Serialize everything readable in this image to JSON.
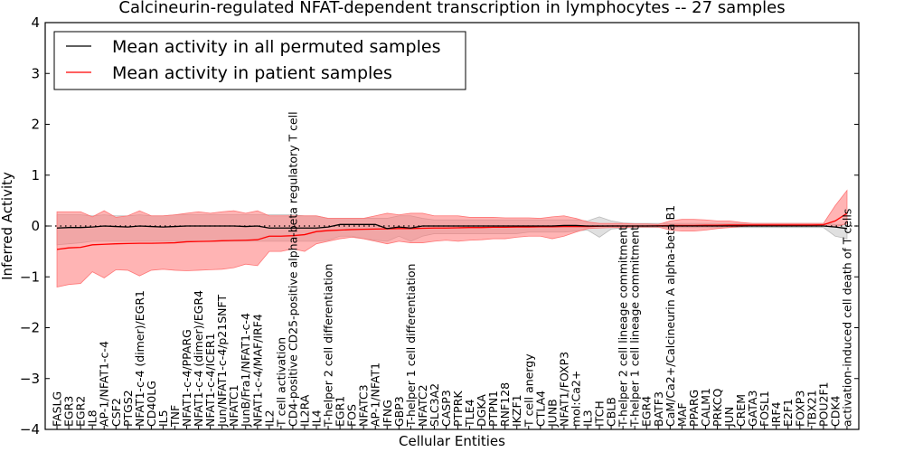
{
  "chart_data": {
    "type": "line",
    "title": "Calcineurin-regulated NFAT-dependent transcription in lymphocytes -- 27 samples",
    "xlabel": "Cellular Entities",
    "ylabel": "Inferred Activity",
    "ylim": [
      -4,
      4
    ],
    "yticks": [
      -4,
      -3,
      -2,
      -1,
      0,
      1,
      2,
      3,
      4
    ],
    "legend_position": "top-left",
    "zero_line": "dotted",
    "categories": [
      "FASLG",
      "EGR3",
      "EGR2",
      "IL8",
      "AP-1/NFAT1-c-4",
      "CSF2",
      "PTGS2",
      "NFAT1-c-4 (dimer)/EGR1",
      "CD40LG",
      "IL5",
      "TNF",
      "NFAT1-c-4/PPARG",
      "NFAT1-c-4 (dimer)/EGR4",
      "NFAT1-c-4/ICER1",
      "Jun/NFAT1-c-4/p21SNFT",
      "NFATC1",
      "JunB/Fra1/NFAT1-c-4",
      "NFAT1-c-4/MAF/IRF4",
      "IL2",
      "T cell activation",
      "CD4-positive CD25-positive alpha-beta regulatory T cell",
      "IL2RA",
      "IL4",
      "T-helper 2 cell differentiation",
      "EGR1",
      "FOS",
      "NFATC3",
      "AP-1/NFAT1",
      "IFNG",
      "GBP3",
      "T-helper 1 cell differentiation",
      "NFATC2",
      "SLC3A2",
      "CASP3",
      "PTPRK",
      "TLE4",
      "DGKA",
      "PTPN1",
      "RNF128",
      "IKZF1",
      "T cell anergy",
      "CTLA4",
      "JUNB",
      "NFAT1/FOXP3",
      "mol:Ca2+",
      "IL3",
      "ITCH",
      "CBLB",
      "T-helper 2 cell lineage commitment",
      "T-helper 1 cell lineage commitment",
      "EGR4",
      "BATF3",
      "CaM/Ca2+/Calcineurin A alpha-beta B1",
      "MAF",
      "PPARG",
      "CALM1",
      "PRKCQ",
      "JUN",
      "CREM",
      "GATA3",
      "FOSL1",
      "IRF4",
      "E2F1",
      "FOXP3",
      "TBX21",
      "POU2F1",
      "CDK4",
      "activation-induced cell death of T cells"
    ],
    "series": [
      {
        "name": "Mean activity in all permuted samples",
        "color": "#000000",
        "band_color": "#bbbbbb",
        "values": [
          -0.04,
          -0.03,
          -0.03,
          -0.02,
          0,
          -0.01,
          -0.02,
          0,
          -0.01,
          -0.02,
          -0.01,
          0,
          0,
          0,
          0,
          0,
          -0.01,
          0,
          -0.04,
          -0.04,
          -0.04,
          -0.04,
          -0.04,
          -0.02,
          0.03,
          0.03,
          0.03,
          0.03,
          -0.05,
          -0.02,
          -0.04,
          0,
          0,
          0,
          0,
          0,
          0,
          0,
          0,
          0,
          0,
          0,
          0,
          0.01,
          0.01,
          0,
          0,
          0,
          0,
          0,
          0,
          0,
          0,
          0,
          0,
          0,
          0,
          0,
          0,
          0,
          0,
          0,
          0,
          0,
          0,
          0,
          -0.02,
          -0.05
        ],
        "upper": [
          0.22,
          0.22,
          0.22,
          0.2,
          0.22,
          0.2,
          0.2,
          0.22,
          0.2,
          0.2,
          0.22,
          0.22,
          0.22,
          0.22,
          0.22,
          0.22,
          0.22,
          0.22,
          0.22,
          0.22,
          0.22,
          0.2,
          0.2,
          0.15,
          0.15,
          0.15,
          0.15,
          0.15,
          0.15,
          0.2,
          0.2,
          0.15,
          0.12,
          0.12,
          0.12,
          0.12,
          0.12,
          0.12,
          0.12,
          0.12,
          0.12,
          0.12,
          0.12,
          0.12,
          0.12,
          0.1,
          0.18,
          0.1,
          0.06,
          0.05,
          0.05,
          0.05,
          0.05,
          0.05,
          0.05,
          0.05,
          0.05,
          0.05,
          0.05,
          0.05,
          0.05,
          0.05,
          0.05,
          0.05,
          0.05,
          0.05,
          0.03,
          0.03
        ],
        "lower": [
          -0.37,
          -0.35,
          -0.33,
          -0.3,
          -0.3,
          -0.3,
          -0.3,
          -0.3,
          -0.3,
          -0.3,
          -0.3,
          -0.3,
          -0.3,
          -0.3,
          -0.3,
          -0.3,
          -0.3,
          -0.3,
          -0.3,
          -0.3,
          -0.3,
          -0.3,
          -0.3,
          -0.28,
          -0.2,
          -0.2,
          -0.25,
          -0.28,
          -0.3,
          -0.2,
          -0.3,
          -0.2,
          -0.15,
          -0.15,
          -0.15,
          -0.15,
          -0.15,
          -0.15,
          -0.15,
          -0.15,
          -0.12,
          -0.12,
          -0.12,
          -0.12,
          -0.1,
          -0.08,
          -0.22,
          -0.06,
          -0.04,
          -0.03,
          -0.03,
          -0.03,
          -0.03,
          -0.03,
          -0.03,
          -0.03,
          -0.03,
          -0.03,
          -0.03,
          -0.03,
          -0.03,
          -0.03,
          -0.03,
          -0.03,
          -0.03,
          -0.03,
          -0.2,
          -0.25
        ]
      },
      {
        "name": "Mean activity in patient samples",
        "color": "#ff0000",
        "band_color": "#ff7777",
        "values": [
          -0.46,
          -0.43,
          -0.42,
          -0.37,
          -0.36,
          -0.35,
          -0.345,
          -0.34,
          -0.34,
          -0.335,
          -0.33,
          -0.31,
          -0.305,
          -0.3,
          -0.29,
          -0.285,
          -0.28,
          -0.27,
          -0.2,
          -0.2,
          -0.19,
          -0.17,
          -0.11,
          -0.09,
          -0.08,
          -0.07,
          -0.065,
          -0.06,
          -0.055,
          -0.05,
          -0.05,
          -0.045,
          -0.04,
          -0.04,
          -0.035,
          -0.03,
          -0.03,
          -0.025,
          -0.025,
          -0.02,
          -0.02,
          -0.015,
          -0.015,
          -0.01,
          -0.01,
          -0.01,
          -0.005,
          0,
          0,
          0,
          0,
          0.005,
          0.01,
          0.01,
          0.01,
          0.015,
          0.015,
          0.02,
          0.02,
          0.02,
          0.02,
          0.02,
          0.02,
          0.02,
          0.02,
          0.025,
          0.1,
          0.25
        ],
        "upper": [
          0.28,
          0.28,
          0.28,
          0.18,
          0.3,
          0.17,
          0.2,
          0.3,
          0.2,
          0.2,
          0.22,
          0.25,
          0.28,
          0.25,
          0.28,
          0.3,
          0.25,
          0.3,
          0.2,
          0.2,
          0.2,
          0.2,
          0.2,
          0.15,
          0.15,
          0.15,
          0.15,
          0.2,
          0.25,
          0.22,
          0.25,
          0.25,
          0.2,
          0.2,
          0.2,
          0.17,
          0.17,
          0.17,
          0.16,
          0.16,
          0.16,
          0.15,
          0.18,
          0.2,
          0.15,
          0.08,
          0.05,
          0.05,
          0.05,
          0.04,
          0.04,
          0.03,
          0.1,
          0.13,
          0.13,
          0.12,
          0.1,
          0.1,
          0.07,
          0.05,
          0.05,
          0.05,
          0.05,
          0.05,
          0.05,
          0.05,
          0.4,
          0.7
        ],
        "lower": [
          -1.2,
          -1.15,
          -1.13,
          -0.9,
          -1.02,
          -0.86,
          -0.87,
          -0.98,
          -0.87,
          -0.85,
          -0.87,
          -0.88,
          -0.87,
          -0.86,
          -0.85,
          -0.82,
          -0.75,
          -0.78,
          -0.5,
          -0.5,
          -0.45,
          -0.5,
          -0.35,
          -0.3,
          -0.25,
          -0.22,
          -0.25,
          -0.3,
          -0.35,
          -0.3,
          -0.33,
          -0.33,
          -0.3,
          -0.28,
          -0.3,
          -0.28,
          -0.27,
          -0.25,
          -0.25,
          -0.22,
          -0.2,
          -0.2,
          -0.25,
          -0.2,
          -0.12,
          -0.05,
          -0.04,
          -0.03,
          -0.03,
          -0.02,
          -0.02,
          -0.02,
          -0.08,
          -0.1,
          -0.1,
          -0.08,
          -0.05,
          -0.03,
          -0.01,
          0,
          0,
          0,
          0,
          0,
          0,
          0,
          -0.02,
          0.05
        ]
      }
    ]
  }
}
